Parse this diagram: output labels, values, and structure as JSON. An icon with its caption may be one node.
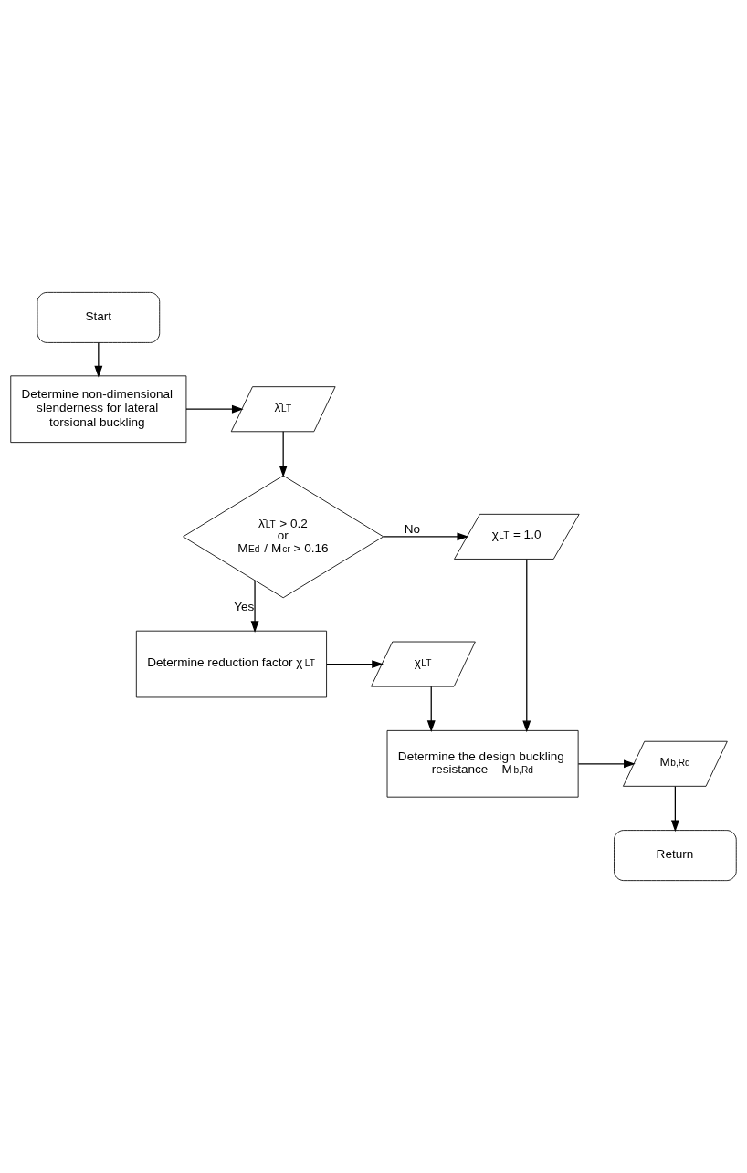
{
  "diagram": {
    "nodes": [
      {
        "text": [
          "Start"
        ]
      },
      {
        "text": [
          "Determine non-dimensional slenderness for lateral torsional buckling"
        ]
      },
      {
        "text": [
          "λ̄$_{LT}$"
        ]
      },
      {
        "text": [
          "λ̄$_{LT}$ > 0.2",
          "or",
          "M$_{Ed}$ / M$_{cr}$ > 0.16"
        ]
      },
      {
        "text": [
          "χ$_{LT}$ = 1.0"
        ]
      },
      {
        "text": [
          "Determine reduction factor χ$_{LT}$"
        ]
      },
      {
        "text": [
          "χ$_{LT}$"
        ]
      },
      {
        "text": [
          "Determine the design buckling resistance – M$_{b,Rd}$"
        ]
      },
      {
        "text": [
          "M$_{b,Rd}$"
        ]
      },
      {
        "text": [
          "Return"
        ]
      }
    ],
    "edges": [
      {
        "from": 0,
        "to": 1,
        "arrow": "to"
      },
      {
        "from": 1,
        "to": 2,
        "arrow": "to"
      },
      {
        "from": 2,
        "to": 3,
        "arrow": "to"
      },
      {
        "from": 3,
        "to": 4,
        "arrow": "to",
        "label": "No"
      },
      {
        "from": 3,
        "to": 5,
        "arrow": "to",
        "label": "Yes"
      },
      {
        "from": 5,
        "to": 6,
        "arrow": "to"
      },
      {
        "from": 6,
        "to": 7,
        "arrow": "to"
      },
      {
        "from": 4,
        "to": 7,
        "arrow": "to"
      },
      {
        "from": 7,
        "to": 8,
        "arrow": "to"
      },
      {
        "from": 8,
        "to": 9,
        "arrow": "to"
      }
    ]
  }
}
